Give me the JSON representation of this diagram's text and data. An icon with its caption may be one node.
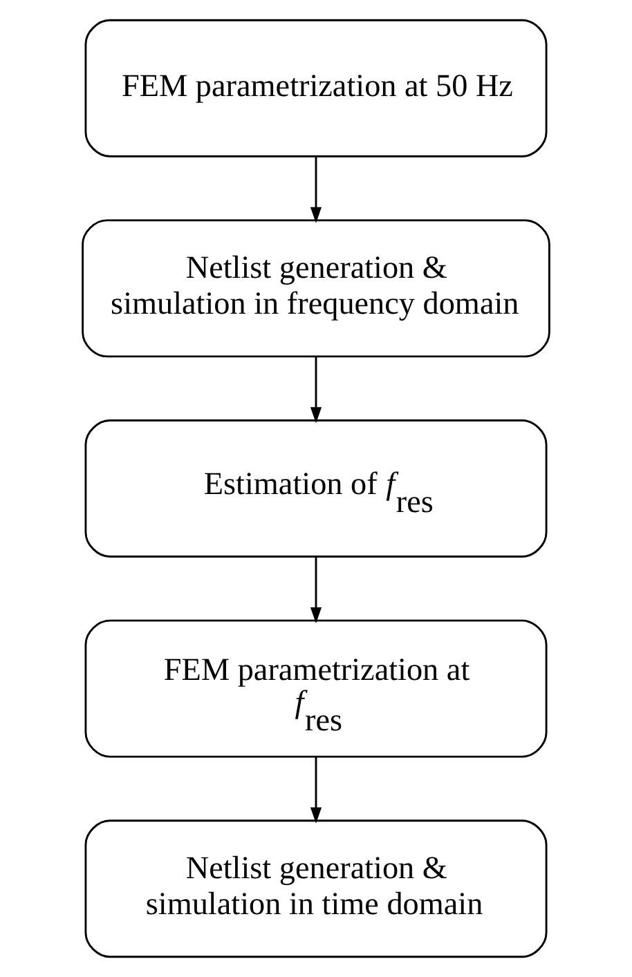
{
  "diagram": {
    "nodes": [
      {
        "text": [
          "FEM parametrization at 50 Hz"
        ]
      },
      {
        "text": [
          "Netlist generation & simulation in frequency domain"
        ]
      },
      {
        "text": [
          "Estimation of *f*$_{res}$"
        ]
      },
      {
        "text": [
          "FEM parametrization at *f*$_{res}$"
        ]
      },
      {
        "text": [
          "Netlist generation & simulation in time domain"
        ]
      }
    ],
    "edges": [
      {
        "from": 0,
        "to": 1,
        "arrow": "to"
      },
      {
        "from": 1,
        "to": 2,
        "arrow": "to"
      },
      {
        "from": 2,
        "to": 3,
        "arrow": "to"
      },
      {
        "from": 3,
        "to": 4,
        "arrow": "to"
      }
    ]
  }
}
